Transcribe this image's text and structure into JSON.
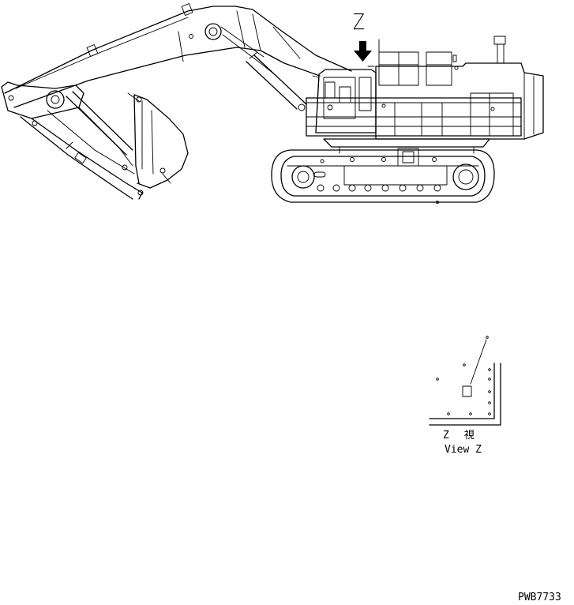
{
  "diagram": {
    "callout_letter": "Z",
    "view_label_jp": "Z　視",
    "view_label_en": "View Z",
    "drawing_number": "PWB7733"
  },
  "colors": {
    "ink": "#000000",
    "paper": "#ffffff"
  },
  "icons": {
    "arrow": "down-arrow-icon",
    "label": "decal-square-icon"
  }
}
